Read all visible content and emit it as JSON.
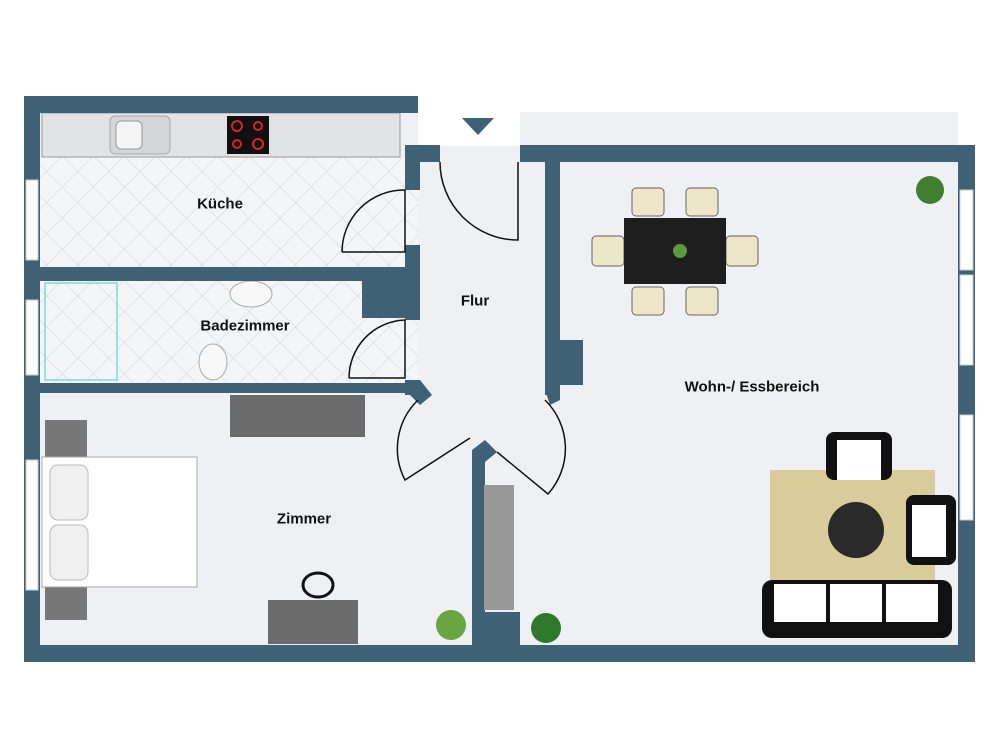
{
  "rooms": {
    "kitchen": "Küche",
    "bathroom": "Badezimmer",
    "hallway": "Flur",
    "bedroom": "Zimmer",
    "living": "Wohn-/ Essbereich"
  },
  "colors": {
    "wall": "#3e6176",
    "floor": "#eef0f4",
    "tile": "#f4f5f7",
    "rug": "#d8cc9a"
  }
}
